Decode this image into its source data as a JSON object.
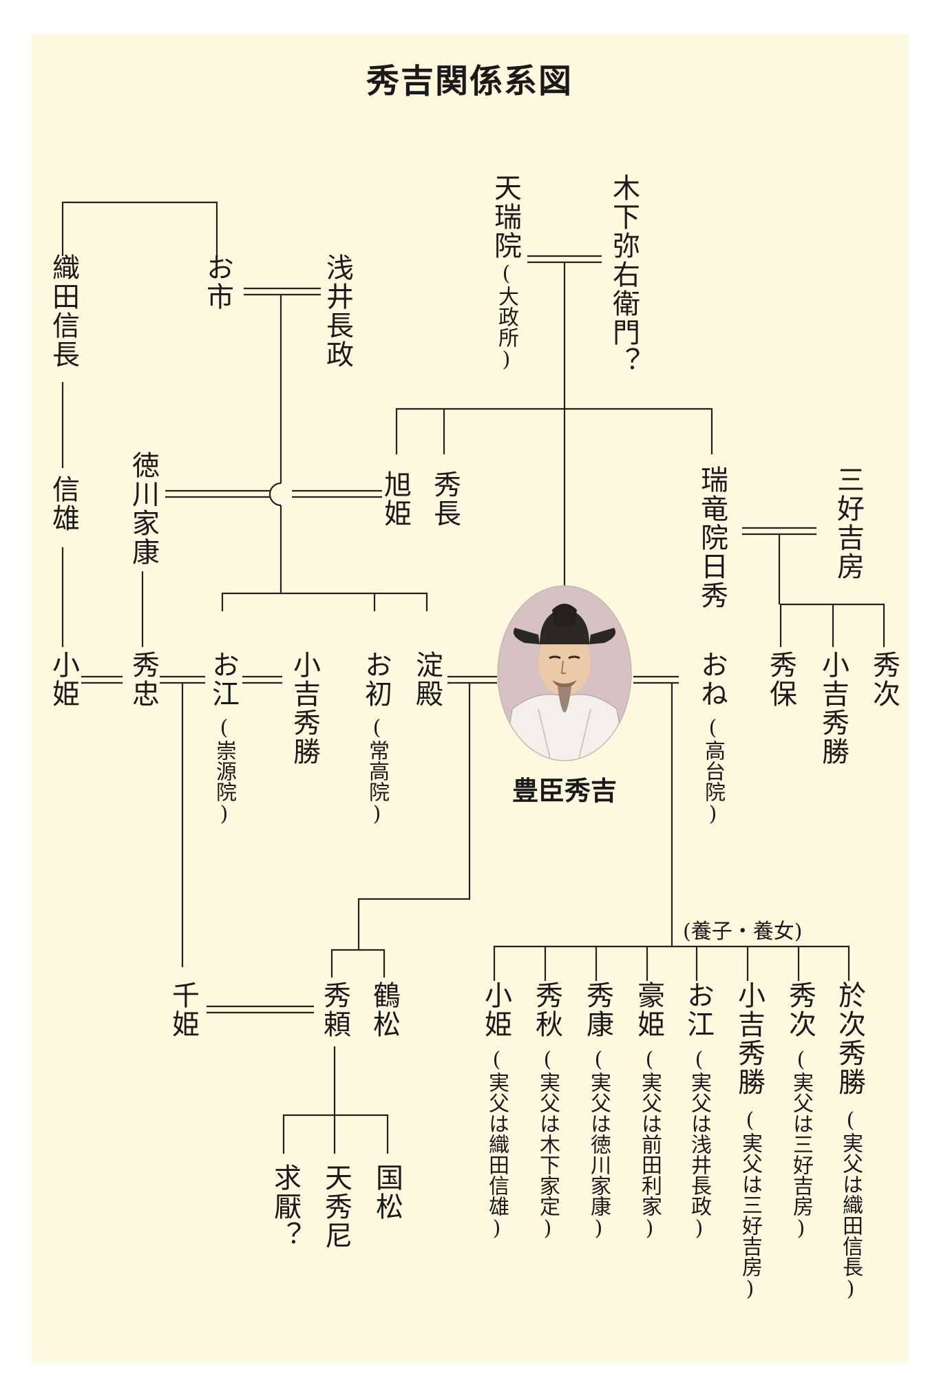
{
  "title": "秀吉関係系図",
  "people": {
    "nobunaga": "織田信長",
    "oichi": "お市",
    "nagamasa": "浅井長政",
    "tenzuiin": "天瑞院",
    "tenzuiin_note": "(大政所)",
    "yaemon": "木下弥右衛門？",
    "nobukatsu": "信雄",
    "ieyasu": "徳川家康",
    "asahi": "旭姫",
    "hidenaga": "秀長",
    "zuiryuin": "瑞竜院日秀",
    "yoshifusa": "三好吉房",
    "kohime": "小姫",
    "hidetada": "秀忠",
    "go": "お江",
    "go_note": "(崇源院)",
    "kokichi": "小吉秀勝",
    "ohatsu": "お初",
    "ohatsu_note": "(常高院)",
    "yodo": "淀殿",
    "hideyoshi": "豊臣秀吉",
    "one": "おね",
    "one_note": "(高台院)",
    "hideyasu_miyoshi": "秀保",
    "kokichi2": "小吉秀勝",
    "hidetsugu": "秀次",
    "senhime": "千姫",
    "hideyori": "秀頼",
    "tsurumatsu": "鶴松",
    "kyuga": "求厭？",
    "tenshuni": "天秀尼",
    "kunimatsu": "国松"
  },
  "adopted_label": "(養子・養女)",
  "adopted": [
    {
      "name": "小姫",
      "note": "(実父は織田信雄)"
    },
    {
      "name": "秀秋",
      "note": "(実父は木下家定)"
    },
    {
      "name": "秀康",
      "note": "(実父は徳川家康)"
    },
    {
      "name": "豪姫",
      "note": "(実父は前田利家)"
    },
    {
      "name": "お江",
      "note": "(実父は浅井長政)"
    },
    {
      "name": "小吉秀勝",
      "note": "(実父は三好吉房)"
    },
    {
      "name": "秀次",
      "note": "(実父は三好吉房)"
    },
    {
      "name": "於次秀勝",
      "note": "(実父は織田信長)"
    }
  ]
}
